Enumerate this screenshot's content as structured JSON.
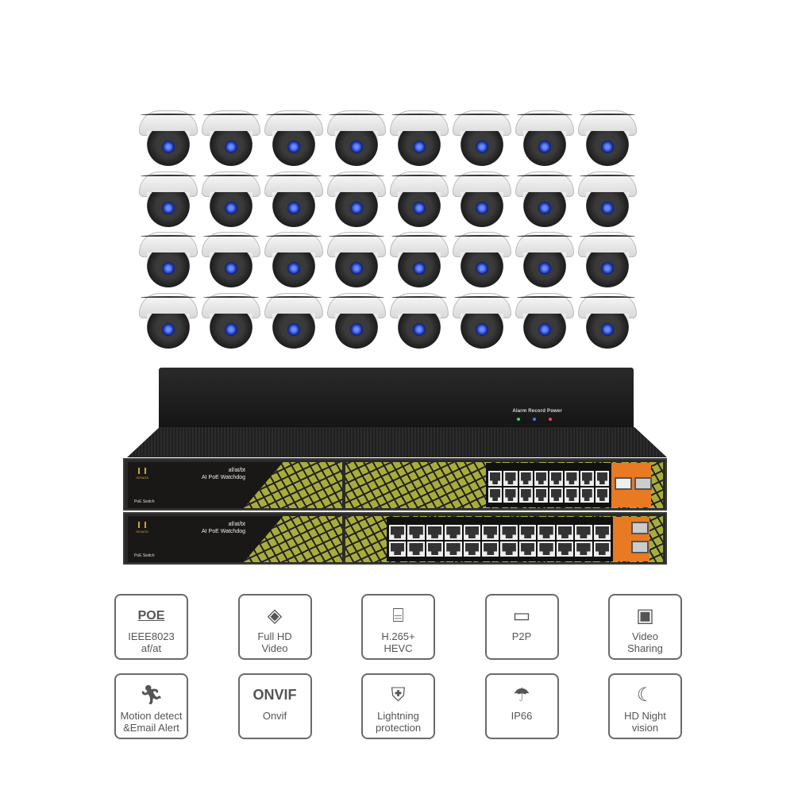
{
  "cameras": {
    "rows": 4,
    "columns": 8
  },
  "nvr": {
    "indicators": "Alarm Record Power",
    "led_colors": [
      "#3cdc4c",
      "#5a6cff",
      "#ff4060"
    ]
  },
  "switches": [
    {
      "brand": "GENATA",
      "line1": "af/at/bt",
      "line2": "AI PoE Watchdog",
      "label": "PoE Switch",
      "ports": 16
    },
    {
      "brand": "GENATA",
      "line1": "af/at/bt",
      "line2": "AI PoE Watchdog",
      "label": "PoE Switch",
      "ports": 24
    }
  ],
  "features": [
    {
      "icon": "poe-icon",
      "icon_text": "POE",
      "label": "IEEE8023\naf/at"
    },
    {
      "icon": "play-film-icon",
      "label": "Full HD\nVideo"
    },
    {
      "icon": "codec-lock-icon",
      "label": "H.265+\nHEVC"
    },
    {
      "icon": "phone-wifi-icon",
      "label": "P2P"
    },
    {
      "icon": "devices-share-icon",
      "label": "Video\nSharing"
    },
    {
      "icon": "running-man-icon",
      "label": "Motion detect\n&Email Alert"
    },
    {
      "icon": "onvif-icon",
      "icon_text": "ONVIF",
      "label": "Onvif"
    },
    {
      "icon": "shield-lightning-icon",
      "label": "Lightning\nprotection"
    },
    {
      "icon": "umbrella-rain-icon",
      "label": "IP66"
    },
    {
      "icon": "moon-star-icon",
      "label": "HD Night\nvision"
    }
  ]
}
